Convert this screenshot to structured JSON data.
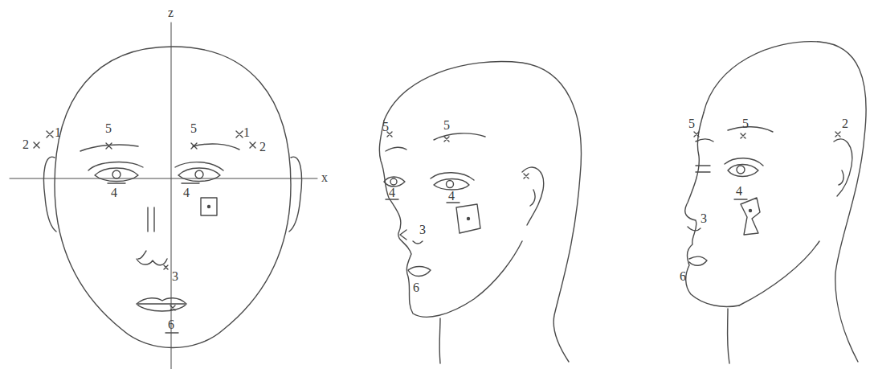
{
  "diagram": {
    "labels": [
      "z",
      "1",
      "1",
      "5",
      "5",
      "2",
      "2",
      "x",
      "4",
      "4",
      "3",
      "6",
      "5",
      "5",
      "4",
      "4",
      "3",
      "6",
      "5",
      "5",
      "2",
      "4",
      "3",
      "6"
    ]
  }
}
